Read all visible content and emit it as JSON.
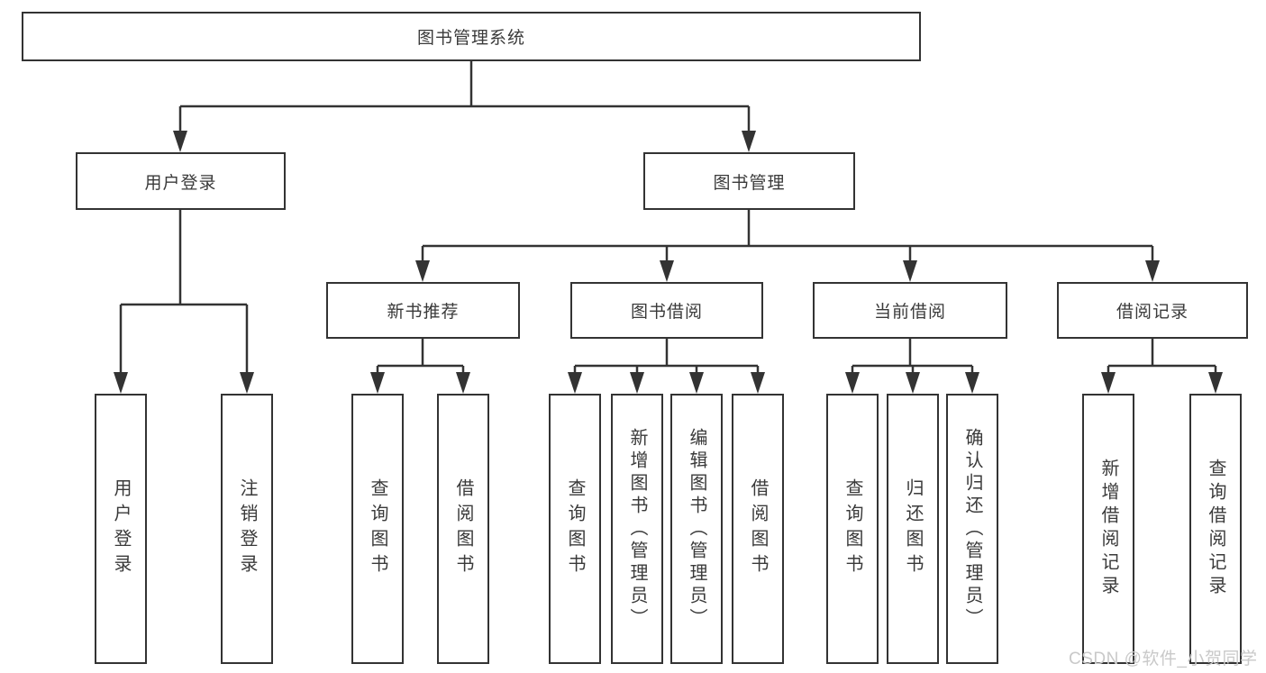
{
  "diagram_title": "图书管理系统",
  "nodes": {
    "root": "图书管理系统",
    "user_login": "用户登录",
    "book_mgmt": "图书管理",
    "new_books": "新书推荐",
    "book_borrow": "图书借阅",
    "current_borrow": "当前借阅",
    "borrow_records": "借阅记录",
    "ul_login": "用户登录",
    "ul_logout": "注销登录",
    "nb_query": "查询图书",
    "nb_borrow": "借阅图书",
    "bb_query": "查询图书",
    "bb_add": "新增图书（管理员）",
    "bb_edit": "编辑图书（管理员）",
    "bb_borrow": "借阅图书",
    "cb_query": "查询图书",
    "cb_return": "归还图书",
    "cb_confirm": "确认归还（管理员）",
    "br_add": "新增借阅记录",
    "br_query": "查询借阅记录"
  },
  "watermark": "CSDN @软件_小贺同学",
  "colors": {
    "line": "#333333",
    "text": "#3a3a3a",
    "background": "#ffffff",
    "watermark": "#c9c9c9"
  }
}
